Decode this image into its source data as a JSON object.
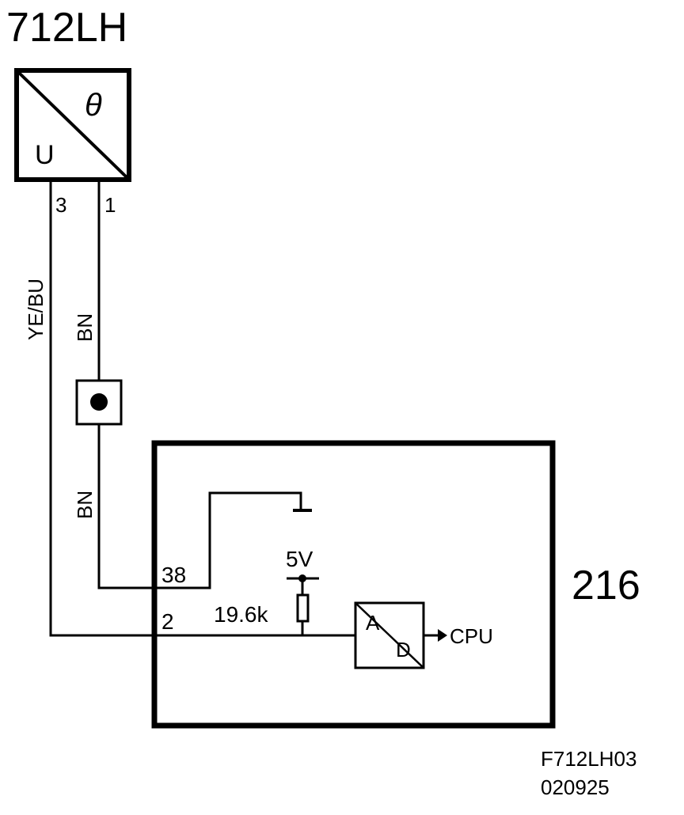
{
  "sensor": {
    "id": "712LH",
    "symbol_theta": "θ",
    "symbol_u": "U",
    "pin_signal": "3",
    "pin_ground": "1"
  },
  "wires": {
    "signal_color": "YE/BU",
    "ground_color_upper": "BN",
    "ground_color_lower": "BN"
  },
  "ecu": {
    "id": "216",
    "pin_ground": "38",
    "pin_signal": "2",
    "supply": "5V",
    "resistor": "19.6k",
    "converter_a": "A",
    "converter_d": "D",
    "output": "CPU"
  },
  "footer": {
    "code": "F712LH03",
    "date": "020925"
  }
}
